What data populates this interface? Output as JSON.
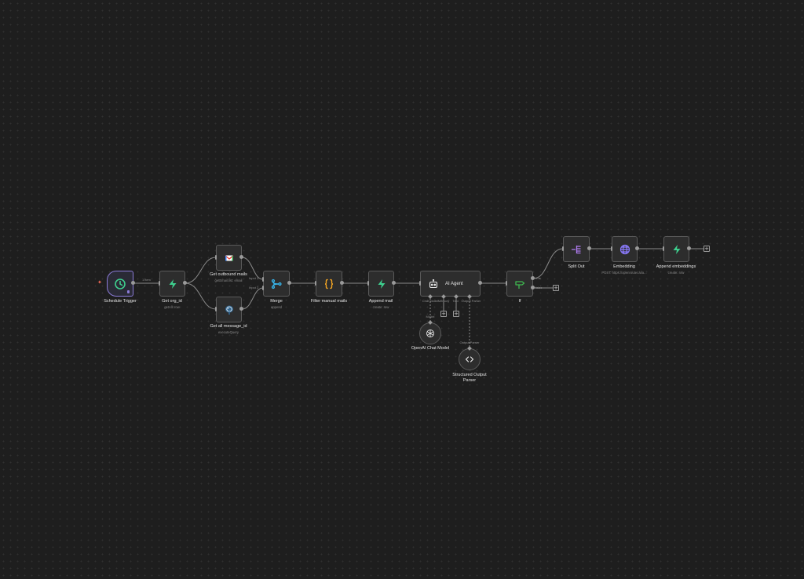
{
  "colors": {
    "background": "#1e1e1e",
    "node_bg": "#2d2d2d",
    "node_border": "#5a5a5a",
    "trigger_accent": "#8b7bd8",
    "supabase_green": "#3ecf8e",
    "code_orange": "#f5a623",
    "merge_cyan": "#37b3e8",
    "split_purple": "#b07cf0",
    "http_purple": "#8b7bff",
    "if_green": "#3fb950",
    "trigger_star": "#ff6d5a"
  },
  "nodes": {
    "schedule": {
      "label": "Schedule Trigger",
      "icon": "clock-icon"
    },
    "get_org": {
      "label": "Get org_id",
      "sub": "getAll: row",
      "icon": "supabase-icon"
    },
    "outbound": {
      "label": "Get outbound mails",
      "sub": "getEmail.list: email",
      "icon": "gmail-icon"
    },
    "message_ids": {
      "label": "Get all message_id",
      "sub": "executeQuery",
      "icon": "postgres-icon"
    },
    "merge": {
      "label": "Merge",
      "sub": "append",
      "icon": "merge-icon"
    },
    "filter": {
      "label": "Filter manual mails",
      "icon": "code-braces-icon"
    },
    "append_mail": {
      "label": "Append mail",
      "sub": "create: row",
      "icon": "supabase-icon"
    },
    "agent": {
      "label": "AI Agent",
      "icon": "robot-icon"
    },
    "if": {
      "label": "If",
      "icon": "signpost-icon"
    },
    "split": {
      "label": "Split Out",
      "icon": "split-icon"
    },
    "embedding": {
      "label": "Embedding",
      "sub": "POST: https://openrouter.ai/a...",
      "icon": "globe-icon"
    },
    "append_emb": {
      "label": "Append embeddings",
      "sub": "create: row",
      "icon": "supabase-icon"
    },
    "openai": {
      "label": "OpenAI Chat Model",
      "icon": "openai-icon"
    },
    "parser": {
      "label": "Structured Output Parser",
      "icon": "code-brackets-icon"
    }
  },
  "edge_labels": {
    "items": "1 item",
    "input1": "Input 1",
    "input2": "Input 2",
    "chat_model": "Chat Model",
    "memory": "Memory",
    "tool": "Tool",
    "output_parser": "Output Parser",
    "model": "Model",
    "output_parser_in": "Output Parser",
    "true": "true",
    "false": "false"
  },
  "plus_symbol": "+",
  "trigger_marker": "✦"
}
